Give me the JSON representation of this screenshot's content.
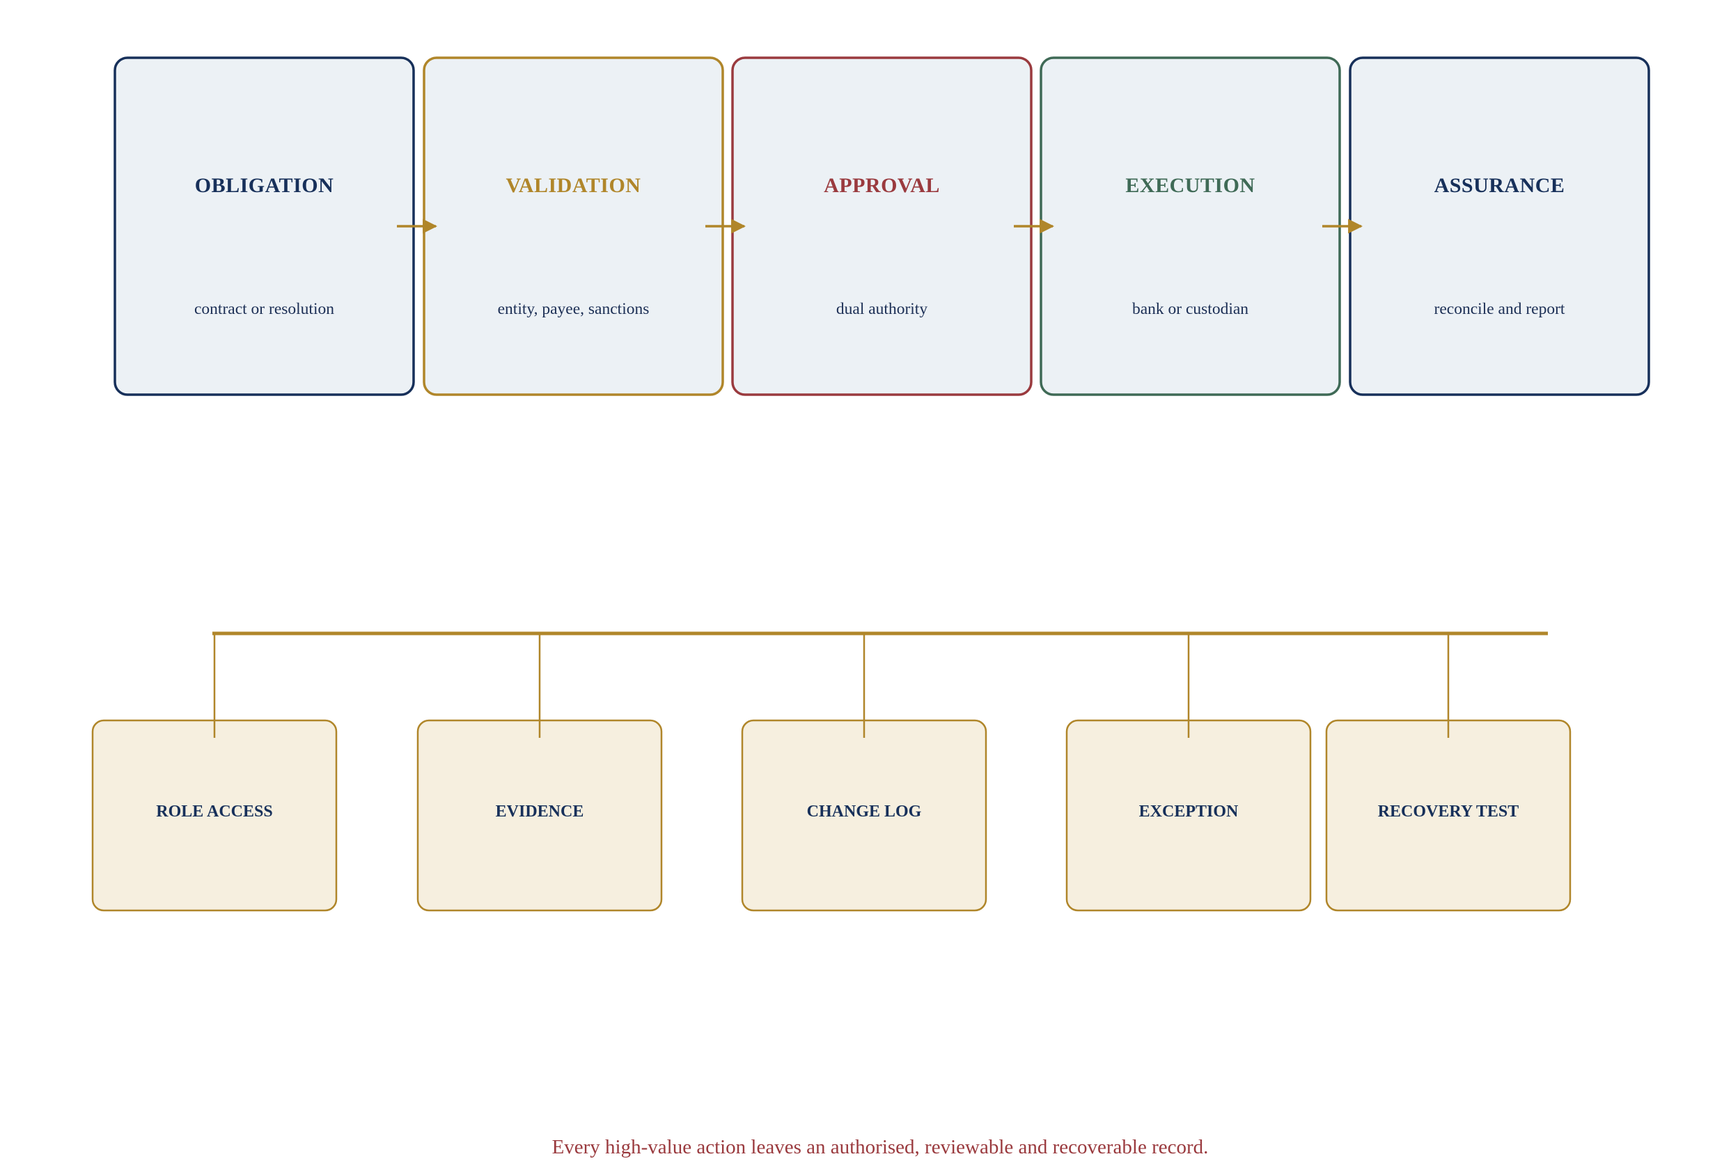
{
  "colors": {
    "navy": "#17305a",
    "gold": "#b0862a",
    "crimson": "#9a3a3e",
    "green": "#3f6a56",
    "stage_fill": "#ecf1f5",
    "control_fill": "#f6efdf",
    "background": "#ffffff"
  },
  "stages": [
    {
      "title": "OBLIGATION",
      "subtitle": "contract or resolution",
      "color": "#17305a"
    },
    {
      "title": "VALIDATION",
      "subtitle": "entity, payee, sanctions",
      "color": "#b0862a"
    },
    {
      "title": "APPROVAL",
      "subtitle": "dual authority",
      "color": "#9a3a3e"
    },
    {
      "title": "EXECUTION",
      "subtitle": "bank or custodian",
      "color": "#3f6a56"
    },
    {
      "title": "ASSURANCE",
      "subtitle": "reconcile and report",
      "color": "#17305a"
    }
  ],
  "controls": [
    {
      "label": "ROLE ACCESS"
    },
    {
      "label": "EVIDENCE"
    },
    {
      "label": "CHANGE LOG"
    },
    {
      "label": "EXCEPTION"
    },
    {
      "label": "RECOVERY TEST"
    }
  ],
  "footer": {
    "note": "Every high-value action leaves an authorised, reviewable and recoverable record.",
    "color": "#9a3a3e"
  }
}
